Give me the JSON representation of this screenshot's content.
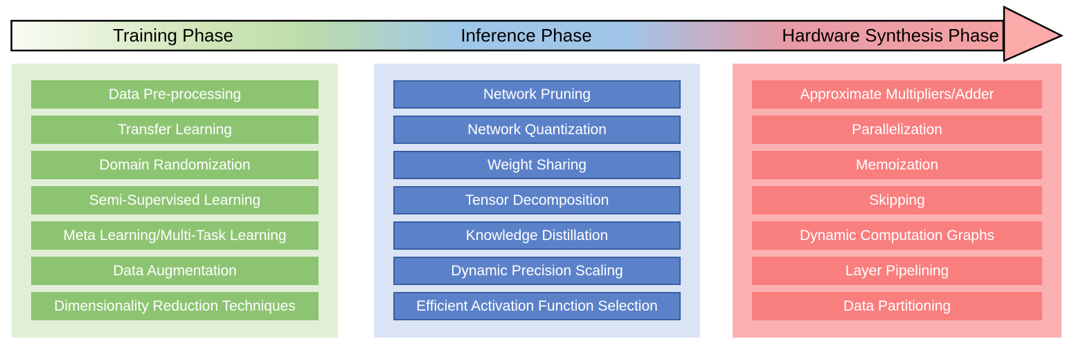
{
  "banner": {
    "phases": [
      {
        "label": "Training Phase"
      },
      {
        "label": "Inference Phase"
      },
      {
        "label": "Hardware Synthesis Phase"
      }
    ],
    "arrow_colors": {
      "start": "#f9fcf5",
      "green": "#bcdcab",
      "blue": "#9fc7e8",
      "pink": "#e79ba7",
      "head": "#fba9a9",
      "outline": "#000000"
    }
  },
  "columns": [
    {
      "title": "Training Phase",
      "panel_bg": "#e1efd8",
      "item_color": "#8dc472",
      "text_color": "#ffffff",
      "items": [
        "Data Pre-processing",
        "Transfer Learning",
        "Domain Randomization",
        "Semi-Supervised Learning",
        "Meta Learning/Multi-Task Learning",
        "Data Augmentation",
        "Dimensionality Reduction Techniques"
      ]
    },
    {
      "title": "Inference Phase",
      "panel_bg": "#dbe4f4",
      "item_color": "#5b81c9",
      "item_border": "#3a5fa2",
      "text_color": "#ffffff",
      "items": [
        "Network Pruning",
        "Network Quantization",
        "Weight Sharing",
        "Tensor Decomposition",
        "Knowledge Distillation",
        "Dynamic Precision Scaling",
        "Efficient Activation Function Selection"
      ]
    },
    {
      "title": "Hardware Synthesis Phase",
      "panel_bg": "#fbb1b1",
      "item_color": "#f97e7e",
      "text_color": "#ffffff",
      "items": [
        "Approximate Multipliers/Adder",
        "Parallelization",
        "Memoization",
        "Skipping",
        "Dynamic Computation Graphs",
        "Layer Pipelining",
        "Data Partitioning"
      ]
    }
  ]
}
